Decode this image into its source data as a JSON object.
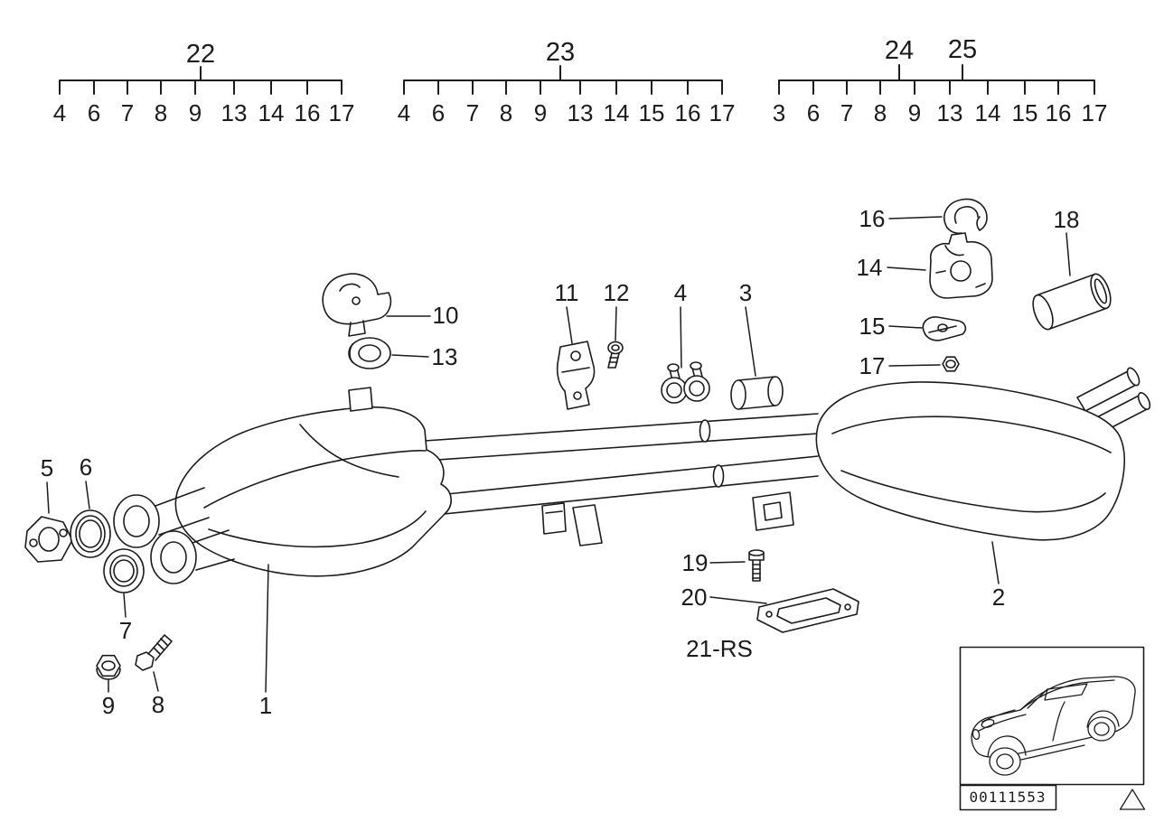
{
  "diagram": {
    "title_note": "exhaust system parts diagram",
    "groups": [
      {
        "label": "22",
        "items": [
          "4",
          "6",
          "7",
          "8",
          "9",
          "13",
          "14",
          "16",
          "17"
        ]
      },
      {
        "label": "23",
        "items": [
          "4",
          "6",
          "7",
          "8",
          "9",
          "13",
          "14",
          "15",
          "16",
          "17"
        ]
      },
      {
        "labels": [
          "24",
          "25"
        ],
        "items": [
          "3",
          "6",
          "7",
          "8",
          "9",
          "13",
          "14",
          "15",
          "16",
          "17"
        ]
      }
    ],
    "callouts": {
      "n1": "1",
      "n2": "2",
      "n3": "3",
      "n4": "4",
      "n5": "5",
      "n6": "6",
      "n7": "7",
      "n8": "8",
      "n9": "9",
      "n10": "10",
      "n11": "11",
      "n12": "12",
      "n13": "13",
      "n14": "14",
      "n15": "15",
      "n16": "16",
      "n17": "17",
      "n18": "18",
      "n19": "19",
      "n20": "20",
      "n21rs": "21-RS"
    },
    "plate_code": "00111553",
    "colors": {
      "line": "#1c1c1c",
      "background": "#ffffff"
    }
  }
}
